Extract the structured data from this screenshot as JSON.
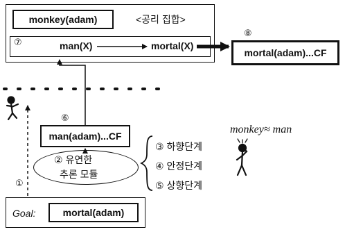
{
  "axiom_set": {
    "title": "<공리 집합>",
    "fact": "monkey(adam)",
    "rule_marker": "⑦",
    "rule_premise": "man(X)",
    "rule_conclusion": "mortal(X)"
  },
  "result": {
    "marker": "⑧",
    "label": "mortal(adam)...CF"
  },
  "inferred": {
    "marker": "⑥",
    "label": "man(adam)...CF"
  },
  "module": {
    "marker": "②",
    "line1": "유연한",
    "line2": "추론 모듈"
  },
  "stages": [
    {
      "marker": "③",
      "label": "하향단계"
    },
    {
      "marker": "④",
      "label": "안정단계"
    },
    {
      "marker": "⑤",
      "label": "상향단계"
    }
  ],
  "similarity_note": "monkey≈ man",
  "goal": {
    "marker": "①",
    "label": "Goal:",
    "value": "mortal(adam)"
  },
  "icons": {
    "climber": "climbing-figure-icon",
    "thinker": "thinking-figure-icon"
  }
}
